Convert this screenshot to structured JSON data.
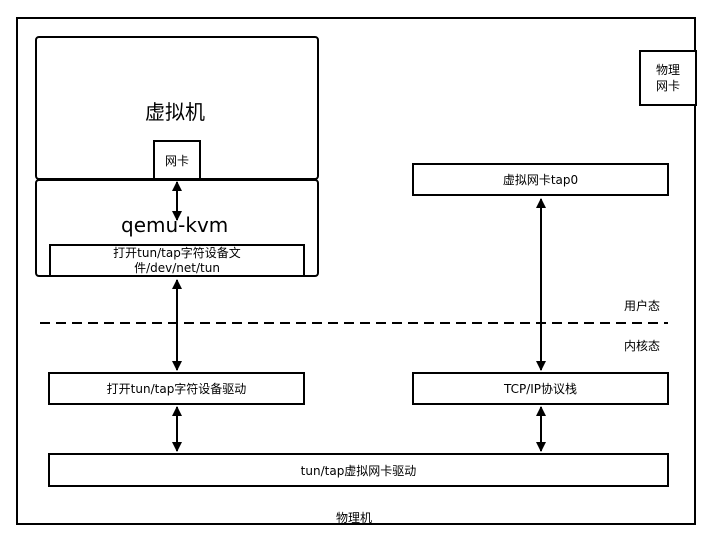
{
  "frame": {
    "label": "物理机"
  },
  "nic": {
    "label_line1": "物理",
    "label_line2": "网卡"
  },
  "vm": {
    "title": "虚拟机",
    "nic_label": "网卡"
  },
  "qemu": {
    "title": "qemu-kvm",
    "open_file_line1": "打开tun/tap字符设备文",
    "open_file_line2": "件/dev/net/tun"
  },
  "tap0": {
    "label": "虚拟网卡tap0"
  },
  "divider": {
    "user_label": "用户态",
    "kernel_label": "内核态"
  },
  "kernel": {
    "open_driver_label": "打开tun/tap字符设备驱动",
    "tcpip_label": "TCP/IP协议栈",
    "tun_driver_label": "tun/tap虚拟网卡驱动"
  }
}
